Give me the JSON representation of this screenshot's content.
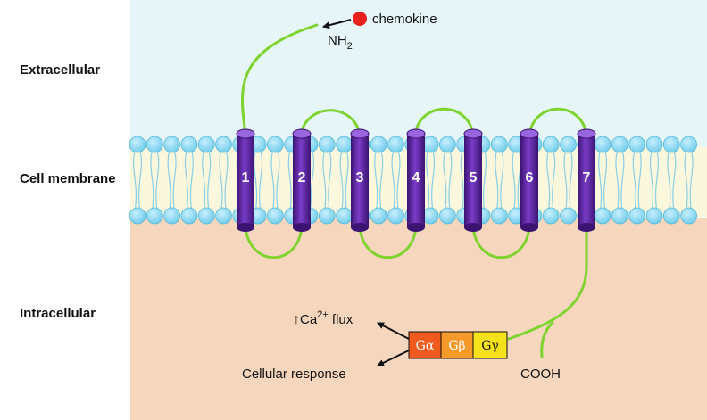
{
  "regions": {
    "extracellular": "Extracellular",
    "membrane": "Cell membrane",
    "intracellular": "Intracellular"
  },
  "ligand": {
    "label": "chemokine",
    "terminus": "NH",
    "terminus_sub": "2"
  },
  "helices": [
    "1",
    "2",
    "3",
    "4",
    "5",
    "6",
    "7"
  ],
  "c_terminus": "COOH",
  "g_protein": [
    {
      "label": "Gα",
      "color": "#f05a1e"
    },
    {
      "label": "Gβ",
      "color": "#f59a2a"
    },
    {
      "label": "Gγ",
      "color": "#f6e21a"
    }
  ],
  "outputs": {
    "ca_arrow": "↑",
    "ca_prefix": "Ca",
    "ca_sup": "2+",
    "ca_suffix": " flux",
    "response": "Cellular response"
  },
  "colors": {
    "extracellular_bg": "#e6f6f8",
    "intracellular_bg": "#f6d7be",
    "lipid_head": "#8fd8f0",
    "lipid_tail": "#fbf7dc",
    "helix": "#6a2fb0",
    "loop": "#7ed32e",
    "chemokine": "#e8201e"
  }
}
